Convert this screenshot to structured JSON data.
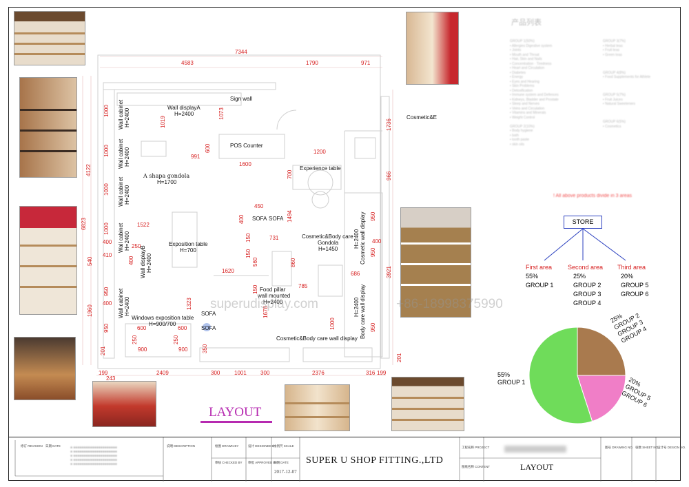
{
  "plan": {
    "dimensions_top": [
      "7344",
      "4583",
      "1790",
      "971"
    ],
    "dimensions_left": [
      "4122",
      "6823",
      "540",
      "1960"
    ],
    "dimensions_bottom": [
      "199",
      "2409",
      "300",
      "1001",
      "300",
      "2376",
      "316",
      "199",
      "243",
      "201",
      "201"
    ],
    "dims_inner": [
      "1000",
      "1000",
      "1000",
      "1000",
      "950",
      "950",
      "400",
      "400",
      "410",
      "1019",
      "1073",
      "991",
      "600",
      "1200",
      "1600",
      "700",
      "966",
      "1736",
      "450",
      "1494",
      "400",
      "731",
      "150",
      "150",
      "560",
      "860",
      "1522",
      "250",
      "400",
      "1620",
      "950",
      "400",
      "950",
      "950",
      "686",
      "3921",
      "785",
      "1678",
      "1323",
      "150",
      "350",
      "1000",
      "600",
      "600",
      "250",
      "250",
      "900",
      "900"
    ],
    "labels": {
      "sign_wall": "Sign wall",
      "wall_display_a": "Wall displayA",
      "wall_display_a_h": "H=2400",
      "pos_counter": "POS  Counter",
      "a_shape_gondola": "A shapa gondola",
      "a_shape_gondola_h": "H=1700",
      "experience_table": "Experience table",
      "cosmetic_e": "Cosmetic&E",
      "sofa1": "SOFA",
      "sofa2": "SOFA",
      "exposition_table": "Exposition table",
      "exposition_table_h": "H=700",
      "cosmetic_gondola": "Cosmetic&Body care",
      "cosmetic_gondola2": "Gondola",
      "cosmetic_gondola_h": "H=1450",
      "food_pillar": "Food pillar",
      "food_pillar2": "wall mounted",
      "food_pillar_h": "H=2400",
      "windows_table": "Windows exposition table",
      "windows_table_h": "H=900/700",
      "sofa3": "SOFA",
      "sofa4": "SOFA",
      "cosmetic_wall_bottom": "Cosmetic&Body care wall display",
      "wall_cabinet": "Wall cabinet",
      "wall_cabinet_h": "H=2400",
      "wall_display_b": "Wall displayB",
      "wall_display_b_h": "H=2400",
      "cosmetic_wall_v": "Cosmetic wall display",
      "cosmetic_wall_v_h": "H=2400",
      "body_care_wall_v": "Body care wall display",
      "body_care_wall_v_h": "H=2400",
      "layout_title": "LAYOUT"
    },
    "watermark": [
      "superudisplay.com",
      "+86-18998375990"
    ]
  },
  "products_panel": {
    "heading": "产品列表",
    "note": "! All above products divide in 3 areas"
  },
  "store_tree": {
    "root": "STORE",
    "areas": [
      {
        "title": "First area",
        "percent": "55%",
        "groups": [
          "GROUP 1"
        ]
      },
      {
        "title": "Second area",
        "percent": "25%",
        "groups": [
          "GROUP 2",
          "GROUP 3",
          "GROUP 4"
        ]
      },
      {
        "title": "Third area",
        "percent": "20%",
        "groups": [
          "GROUP 5",
          "GROUP 6"
        ]
      }
    ]
  },
  "chart_data": {
    "type": "pie",
    "slices": [
      {
        "label": "GROUP 1",
        "value": 55,
        "color": "#6fdc5a"
      },
      {
        "label": "GROUP 2 GROUP 3 GROUP 4",
        "value": 25,
        "color": "#a97a4e"
      },
      {
        "label": "GROUP 5 GROUP 6",
        "value": 20,
        "color": "#f07ec7"
      }
    ],
    "label_texts": [
      {
        "pct": "55%",
        "lines": [
          "GROUP 1"
        ]
      },
      {
        "pct": "25%",
        "lines": [
          "GROUP 2",
          "GROUP 3",
          "GROUP 4"
        ]
      },
      {
        "pct": "20%",
        "lines": [
          "GROUP 5",
          "GROUP 6"
        ]
      }
    ]
  },
  "title_block": {
    "revision": "修订 REVISION",
    "date": "日期 DATE",
    "description": "说明  DESCRIPTION",
    "drawn_by": "绘图 DRAWN BY",
    "designed_by": "设计 DESIGNED BY",
    "scale": "比例尺 SCALE",
    "checked_by": "审核 CHECKED BY",
    "approved_by": "审批 APPROVED BY",
    "date2": "日期  DATE",
    "company": "SUPER U SHOP FITTING.,LTD",
    "date_value": "2017-12-07",
    "project": "工程名称 PROJECT",
    "content": "图纸名称 CONTENT",
    "content_value": "LAYOUT",
    "drawing_no": "图号 DRAWING NO.",
    "sheet_no": "张数 SHEET NO.",
    "design_no": "设计号 DESIGN NO."
  },
  "colors": {
    "dimension": "#d61d1d",
    "area_title": "#d61d1d",
    "store_box": "#2a3fbf",
    "layout_title": "#b62ab0"
  }
}
